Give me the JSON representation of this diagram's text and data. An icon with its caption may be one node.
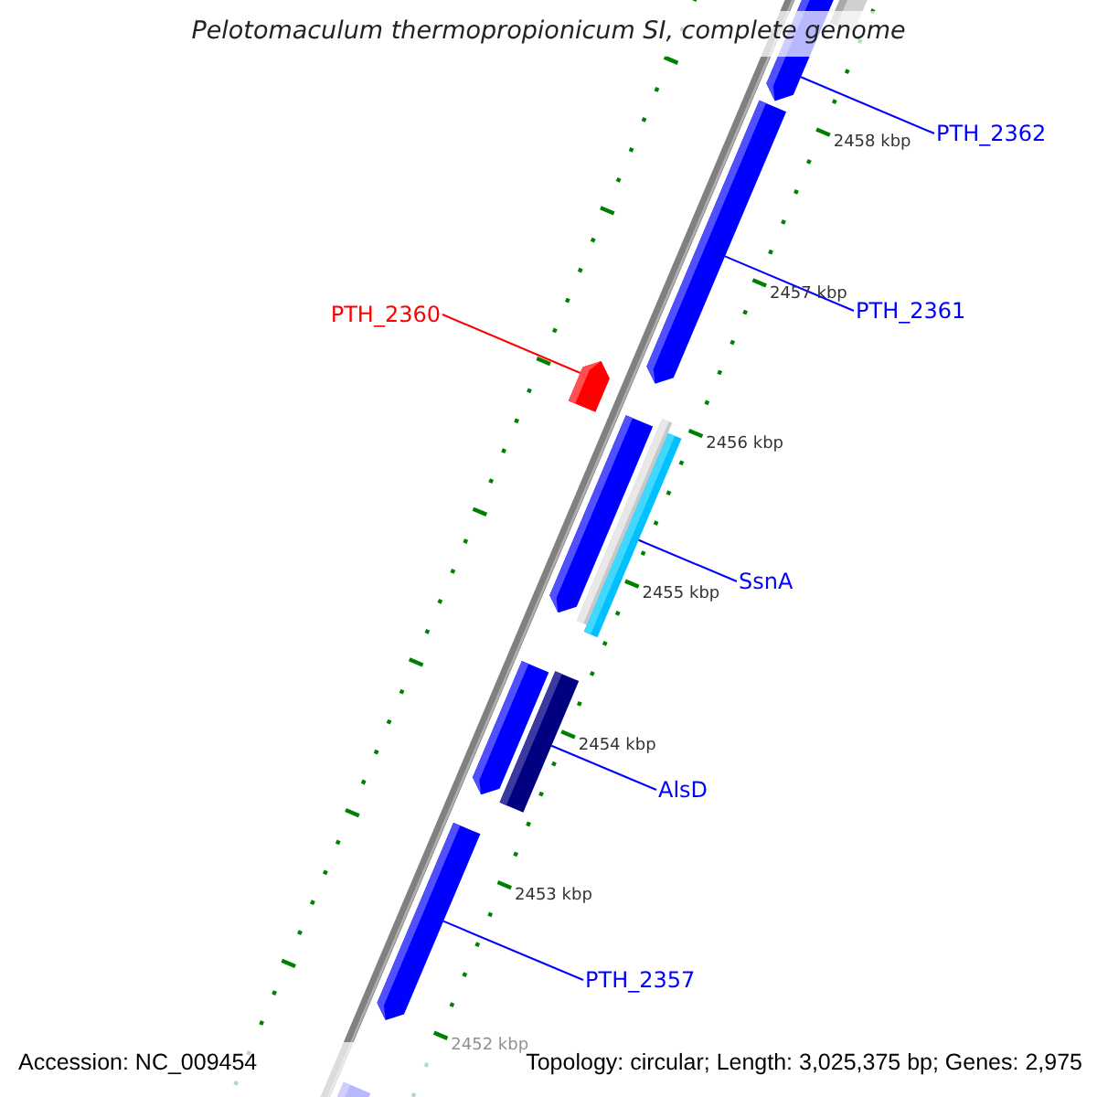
{
  "diagram": {
    "title": "Pelotomaculum thermopropionicum SI, complete genome",
    "nodes": [
      {
        "text": [],
        "shape": "bar"
      },
      {
        "text": [],
        "shape": "arrow"
      },
      {
        "text": [
          "PTH_2362"
        ]
      },
      {
        "text": [],
        "shape": "arrow"
      },
      {
        "text": [
          "PTH_2361"
        ]
      },
      {
        "text": [
          "PTH_2360"
        ]
      },
      {
        "text": [],
        "shape": "arrow"
      },
      {
        "text": [],
        "shape": "arrow"
      },
      {
        "text": [],
        "shape": "bar"
      },
      {
        "text": [],
        "shape": "bar"
      },
      {
        "text": [
          "SsnA"
        ]
      },
      {
        "text": [],
        "shape": "arrow"
      },
      {
        "text": [],
        "shape": "bar"
      },
      {
        "text": [
          "AlsD"
        ]
      },
      {
        "text": [],
        "shape": "arrow"
      },
      {
        "text": [
          "PTH_2357"
        ]
      },
      {
        "text": [],
        "shape": "arrow"
      }
    ],
    "edges": [
      {
        "from": 2,
        "to": 1,
        "arrow": "none"
      },
      {
        "from": 4,
        "to": 3,
        "arrow": "none"
      },
      {
        "from": 5,
        "to": 6,
        "arrow": "none",
        "color": "#ff0000"
      },
      {
        "from": 10,
        "to": 9,
        "arrow": "none"
      },
      {
        "from": 13,
        "to": 12,
        "arrow": "none"
      },
      {
        "from": 15,
        "to": 14,
        "arrow": "none"
      }
    ],
    "labels": [
      "2458 kbp",
      "2457 kbp",
      "2456 kbp",
      "2455 kbp",
      "2454 kbp",
      "2453 kbp",
      "2452 kbp",
      "Accession: NC_009454",
      "Topology: circular; Length: 3,025,375 bp; Genes: 2,975"
    ]
  }
}
